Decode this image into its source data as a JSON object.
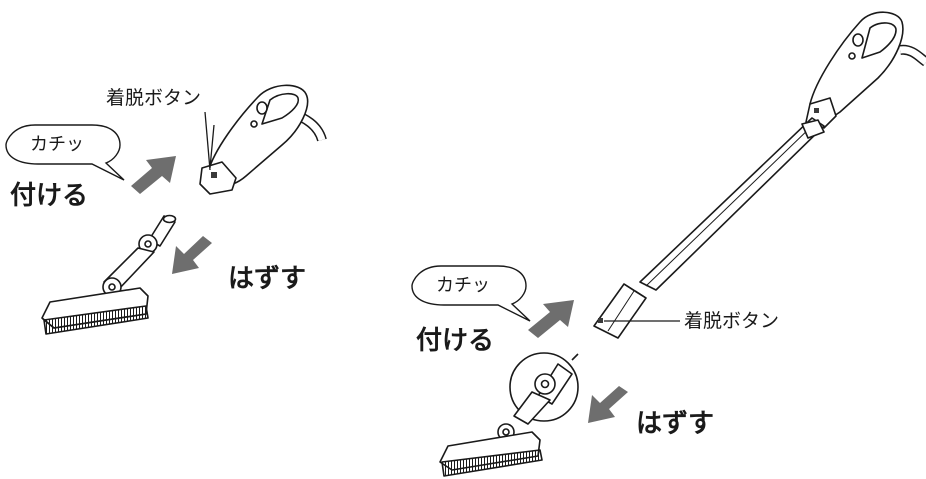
{
  "left_panel": {
    "release_button_label": "着脱ボタン",
    "click_sound": "カチッ",
    "attach_label": "付ける",
    "detach_label": "はずす"
  },
  "right_panel": {
    "release_button_label": "着脱ボタン",
    "click_sound": "カチッ",
    "attach_label": "付ける",
    "detach_label": "はずす"
  },
  "colors": {
    "arrow": "#6e6e6e",
    "line": "#1a1a1a",
    "handle_fill": "#ffffff",
    "dark_part": "#3a3a3a"
  }
}
